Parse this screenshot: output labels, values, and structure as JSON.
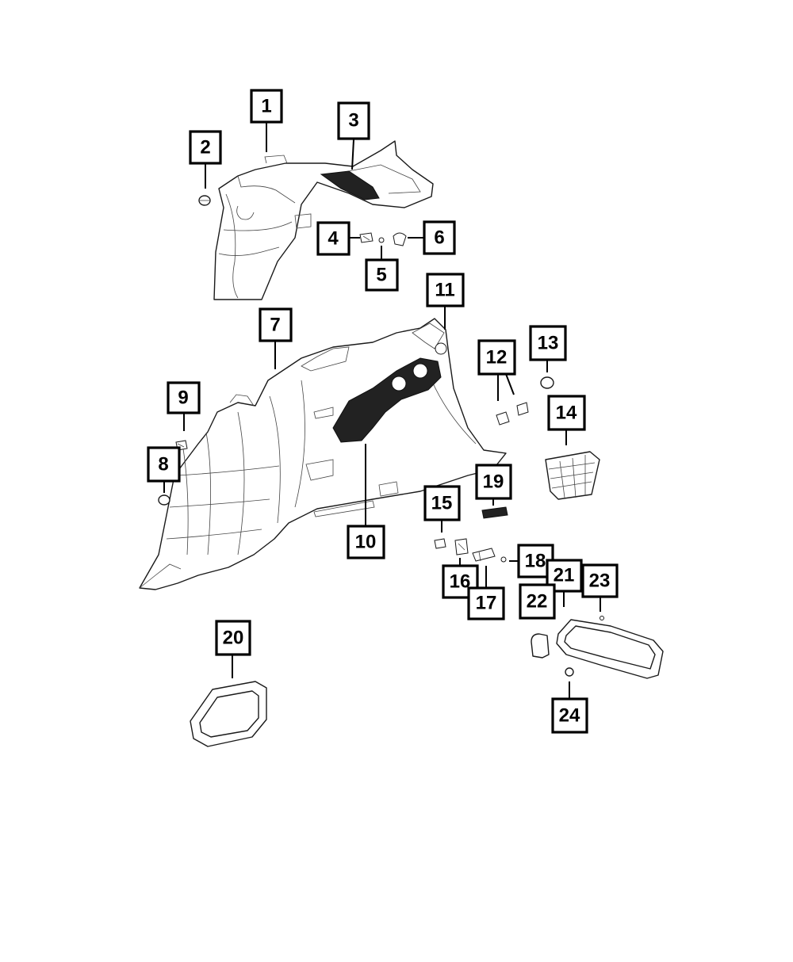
{
  "callouts": [
    {
      "id": "callout-1",
      "label": "1"
    },
    {
      "id": "callout-2",
      "label": "2"
    },
    {
      "id": "callout-3",
      "label": "3"
    },
    {
      "id": "callout-4",
      "label": "4"
    },
    {
      "id": "callout-5",
      "label": "5"
    },
    {
      "id": "callout-6",
      "label": "6"
    },
    {
      "id": "callout-7",
      "label": "7"
    },
    {
      "id": "callout-8",
      "label": "8"
    },
    {
      "id": "callout-9",
      "label": "9"
    },
    {
      "id": "callout-10",
      "label": "10"
    },
    {
      "id": "callout-11",
      "label": "11"
    },
    {
      "id": "callout-12",
      "label": "12"
    },
    {
      "id": "callout-13",
      "label": "13"
    },
    {
      "id": "callout-14",
      "label": "14"
    },
    {
      "id": "callout-15",
      "label": "15"
    },
    {
      "id": "callout-16",
      "label": "16"
    },
    {
      "id": "callout-17",
      "label": "17"
    },
    {
      "id": "callout-18",
      "label": "18"
    },
    {
      "id": "callout-19",
      "label": "19"
    },
    {
      "id": "callout-20",
      "label": "20"
    },
    {
      "id": "callout-21",
      "label": "21"
    },
    {
      "id": "callout-22",
      "label": "22"
    },
    {
      "id": "callout-23",
      "label": "23"
    },
    {
      "id": "callout-24",
      "label": "24"
    }
  ],
  "colors": {
    "line": "#1a1a1a",
    "background": "#ffffff",
    "dark_panel": "#222222"
  }
}
